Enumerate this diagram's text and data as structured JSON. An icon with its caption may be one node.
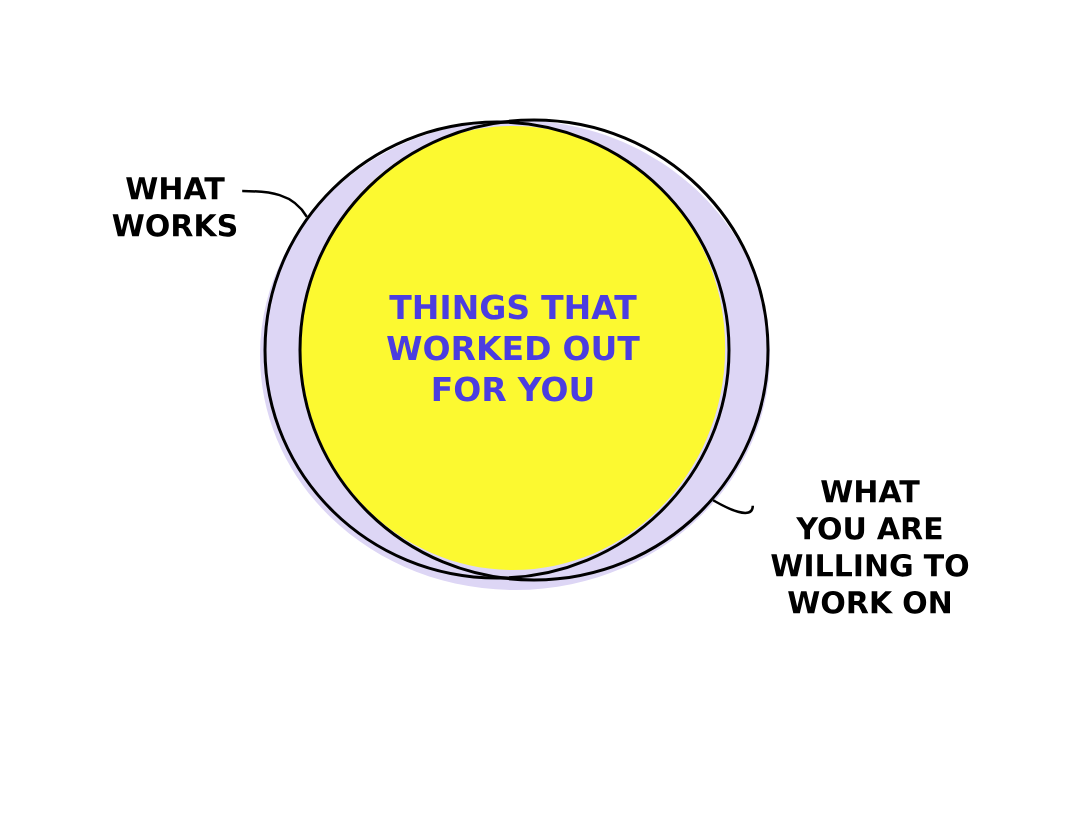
{
  "diagram": {
    "nodes": [
      {
        "text": [
          "WHAT WORKS"
        ]
      },
      {
        "text": [],
        "shape": "circle"
      },
      {
        "text": [],
        "shape": "circle"
      },
      {
        "text": [
          "THINGS THAT WORKED OUT FOR YOU"
        ]
      },
      {
        "text": [
          "WHAT YOU ARE WILLING TO WORK ON"
        ]
      }
    ],
    "edges": [
      {
        "from": 0,
        "to": 1,
        "arrow": "none"
      },
      {
        "from": 4,
        "to": 2,
        "arrow": "none"
      }
    ]
  }
}
